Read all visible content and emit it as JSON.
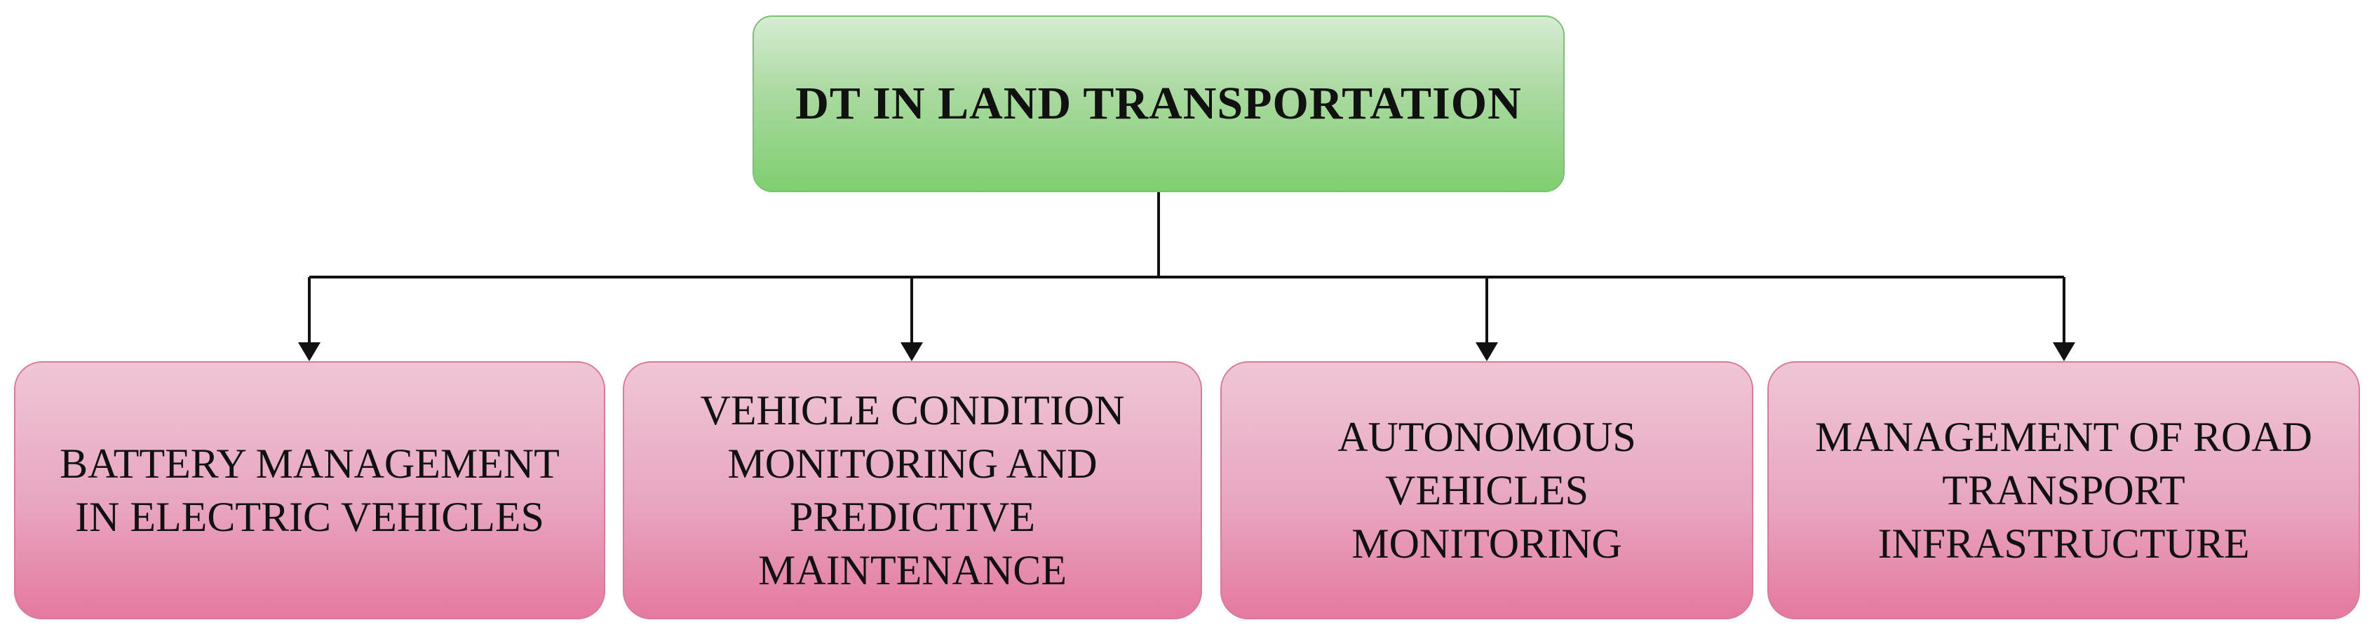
{
  "root": {
    "label": "DT IN LAND TRANSPORTATION"
  },
  "children": [
    {
      "label": "BATTERY MANAGEMENT\nIN ELECTRIC VEHICLES"
    },
    {
      "label": "VEHICLE CONDITION\nMONITORING AND\nPREDICTIVE\nMAINTENANCE"
    },
    {
      "label": "AUTONOMOUS\nVEHICLES\nMONITORING"
    },
    {
      "label": "MANAGEMENT OF ROAD\nTRANSPORT\nINFRASTRUCTURE"
    }
  ],
  "colors": {
    "root_fill": "#a9d99f",
    "child_fill": "#e8a6c0",
    "connector": "#111111"
  }
}
